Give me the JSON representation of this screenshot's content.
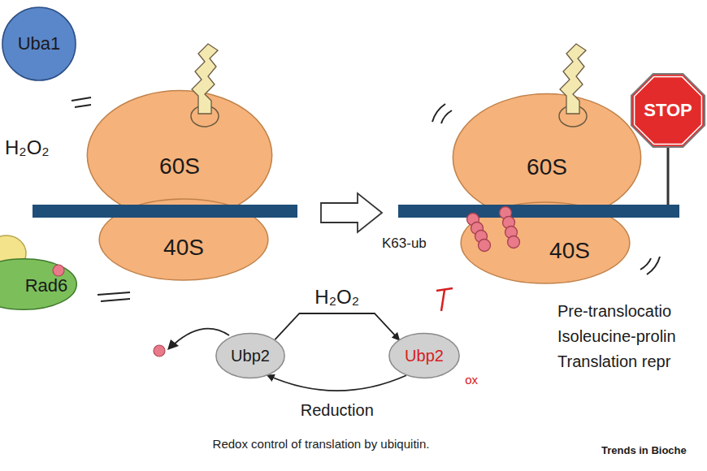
{
  "diagram": {
    "caption": "Redox control of translation by ubiquitin.",
    "nodes": [
      {
        "text": [
          "Uba1"
        ]
      },
      {
        "text": [
          "Rad6"
        ]
      },
      {
        "text": [
          "60S"
        ]
      },
      {
        "text": [
          "40S"
        ]
      },
      {
        "text": [
          "60S"
        ]
      },
      {
        "text": [
          "40S"
        ]
      },
      {
        "text": [
          "Ubp2"
        ]
      },
      {
        "text": [
          "Ubp2",
          "ox"
        ]
      },
      {
        "text": [
          "STOP"
        ]
      }
    ],
    "edges": [
      {
        "from": 6,
        "to": 7,
        "arrow": "to",
        "label": "H₂O₂"
      },
      {
        "from": 7,
        "to": 6,
        "arrow": "to",
        "label": "Reduction"
      }
    ],
    "labels": [
      "H₂O₂",
      "K63-ub",
      "Pre-translocatio",
      "Isoleucine-prolin",
      "Translation repr",
      "Trends in Bioche"
    ]
  }
}
